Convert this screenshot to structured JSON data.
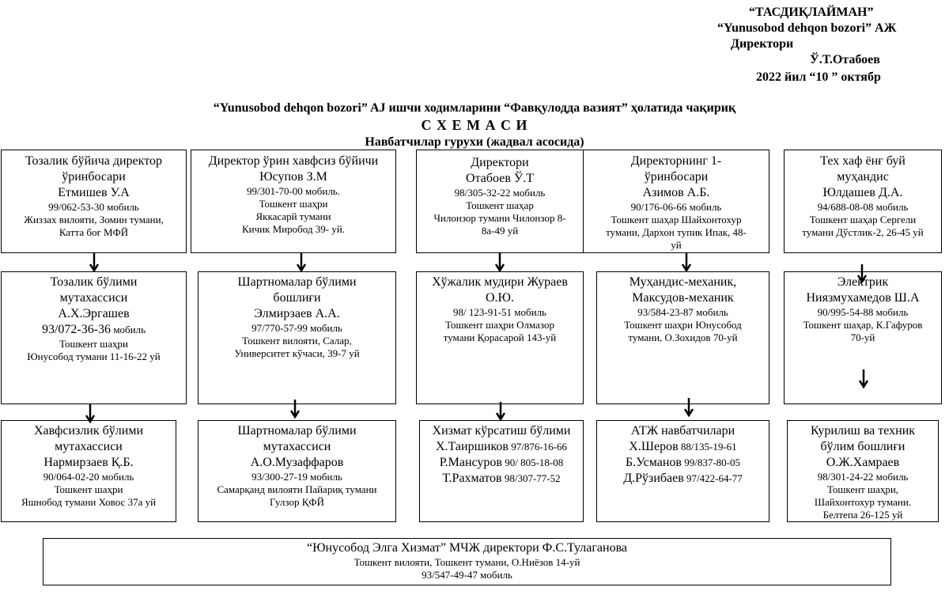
{
  "approval": {
    "l1": "“ТАСДИҚЛАЙМАН”",
    "l2": "“Yunusobod dehqon bozori” АЖ",
    "l3": "Директори",
    "l4": "Ў.Т.Отабоев",
    "l5": "2022 йил “10 ” октябр"
  },
  "heading": {
    "l1": "“Yunusobod  dehqon bozori” AJ ишчи ходимларини “Фавқулодда вазият” ҳолатида чақириқ",
    "l2": "С Х Е М А С И",
    "l3": "Навбатчилар гурухи (жадвал асосида)"
  },
  "row1": [
    {
      "t1": "Тозалик бўйича директор",
      "t2": "ўринбосари",
      "name": "Етмишев У.А",
      "s1": "99/062-53-30 мобиль",
      "s2": "Жиззах вилояти, Зомин тумани,",
      "s3": "Катта боғ МФЙ"
    },
    {
      "t1": "Директор ўрин хавфсиз бўйичи",
      "t2": "",
      "name": "Юсупов З.М",
      "s1": "99/301-70-00 мобиль.",
      "s2": "Тошкент шаҳри",
      "s3": "Яккасарй тумани",
      "s4": "Кичик Миробод 39- уй."
    },
    {
      "t1": "Директори",
      "t2": "",
      "name": "Отабоев Ў.Т",
      "s1": "98/305-32-22 мобиль",
      "s2": "Тошкент шаҳар",
      "s3": "Чилонзор тумани  Чилонзор 8-",
      "s4": "8а-49 уй"
    },
    {
      "t1": "Директорнинг 1-",
      "t2": "ўринбосари",
      "name": "Азимов А.Б.",
      "s1": "90/176-06-66 мобиль",
      "s2": "Тошкент шаҳар Шайхонтохур",
      "s3": "тумани, Дархон тупик Ипак, 48-",
      "s4": "уй"
    },
    {
      "t1": "Тех хаф ёнғ буй",
      "t2": "муҳандис",
      "name": "Юлдашев Д.А.",
      "s1": "94/688-08-08 мобиль",
      "s2": "Тошкент шаҳар Сергели",
      "s3": "тумани Дўстлик-2, 26-45 уй"
    }
  ],
  "row2": [
    {
      "t1": "Тозалик бўлими",
      "t2": "мутахассиси",
      "name": "А.Х.Эргашев",
      "phone": "93/072-36-36",
      "phone_suffix": " мобиль",
      "s2": "Тошкент шаҳри",
      "s3": "Юнусобод тумани 11-16-22 уй"
    },
    {
      "t1": "Шартномалар бўлими",
      "t2": "бошлиғи",
      "name": "Элмирзаев А.А.",
      "s1": "97/770-57-99 мобиль",
      "s2": "Тошкент вилояти, Салар,",
      "s3": "Университет кўчаси, 39-7 уй"
    },
    {
      "t1": "Хўжалик мудири  Жураев",
      "t2": "О.Ю.",
      "s1": "98/ 123-91-51 мобиль",
      "s2": "Тошкент шаҳри  Олмазор",
      "s3": "тумани Қорасарой 143-уй"
    },
    {
      "t1": "Муҳандис-механик,",
      "t2": "Максудов-механик",
      "s1": "93/584-23-87 мобиль",
      "s2": "Тошкент шаҳри Юнусобод",
      "s3": "тумани, О.Зохидов 70-уй"
    },
    {
      "t1": "Электрик",
      "t2": "Ниязмухамедов Ш.А",
      "s1": "90/995-54-88 мобиль",
      "s2": "Тошкент шаҳар, К.Гафуров",
      "s3": "70-уй"
    }
  ],
  "row3": [
    {
      "t1": "Хавфсизлик бўлими",
      "t2": "мутахассиси",
      "name": "Нармирзаев Қ.Б.",
      "s1": "90/064-02-20 мобиль",
      "s2": "Тошкент шаҳри",
      "s3": "Яшнобод тумани Ховос 37а уй"
    },
    {
      "t1": "Шартномалар бўлими",
      "t2": "мутахассиси",
      "name": "А.О.Музаффаров",
      "s1": "93/300-27-19 мобиль",
      "s2": "Самарқанд вилояти Пайариқ тумани",
      "s3": "Гулзор ҚФЙ"
    },
    {
      "t1": "Хизмат кўрсатиш бўлими",
      "people": [
        {
          "n": "Х.Таиршиков",
          "p": " 97/876-16-66"
        },
        {
          "n": "Р.Мансуров",
          "p": " 90/ 805-18-08"
        },
        {
          "n": "Т.Рахматов",
          "p": " 98/307-77-52"
        }
      ]
    },
    {
      "t1": "АТЖ навбатчилари",
      "people": [
        {
          "n": "Х.Шеров",
          "p": " 88/135-19-61"
        },
        {
          "n": "Б.Усманов",
          "p": " 99/837-80-05"
        },
        {
          "n": "Д.Рўзибаев",
          "p": " 97/422-64-77"
        }
      ]
    },
    {
      "t1": "Курилиш ва техник",
      "t2": "бўлим бошлиғи",
      "name": "О.Ж.Хамраев",
      "s1": "98/301-24-22 мобиль",
      "s2": "Тошкент шаҳри,",
      "s3": "Шайхонтохур тумани.",
      "s4": "Белтепа 26-125 уй"
    }
  ],
  "footer": {
    "l1": "“Юнусобод Элга Хизмат” МЧЖ директори Ф.С.Тулаганова",
    "l2": "Тошкент вилояти, Тошкент тумани,  О.Ниёзов 14-уй",
    "l3": "93/547-49-47 мобиль"
  }
}
